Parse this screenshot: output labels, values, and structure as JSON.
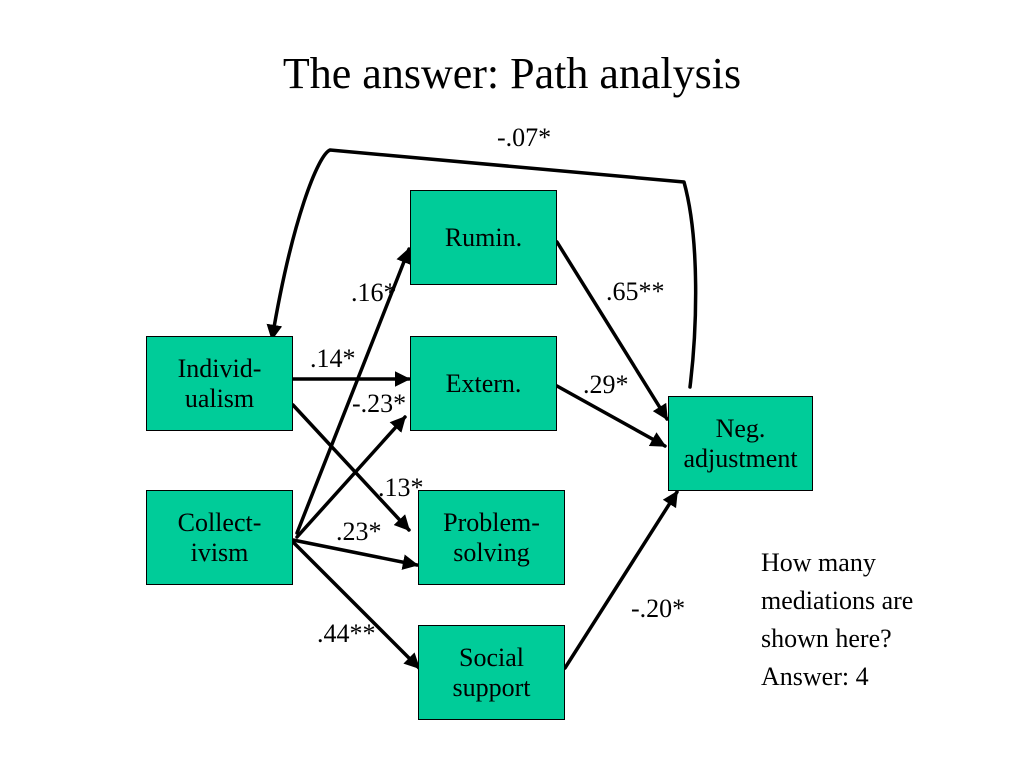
{
  "title": "The answer: Path analysis",
  "colors": {
    "box_fill": "#00cc99",
    "arrow": "#000000"
  },
  "boxes": {
    "individualism": [
      "Individ-",
      "ualism"
    ],
    "collectivism": [
      "Collect-",
      "ivism"
    ],
    "rumin": [
      "Rumin."
    ],
    "extern": [
      "Extern."
    ],
    "problem": [
      "Problem-",
      "solving"
    ],
    "social": [
      "Social",
      "support"
    ],
    "neg": [
      "Neg.",
      "adjustment"
    ]
  },
  "coefficients": {
    "ind_neg": "-.07*",
    "col_rumin": ".16*",
    "rumin_neg": ".65**",
    "ind_extern": ".14*",
    "col_extern": "-.23*",
    "extern_neg": ".29*",
    "ind_problem": ".13*",
    "col_problem": ".23*",
    "col_social": ".44**",
    "social_neg": "-.20*"
  },
  "question": [
    "How many",
    "mediations are",
    "shown here?",
    "Answer: 4"
  ]
}
